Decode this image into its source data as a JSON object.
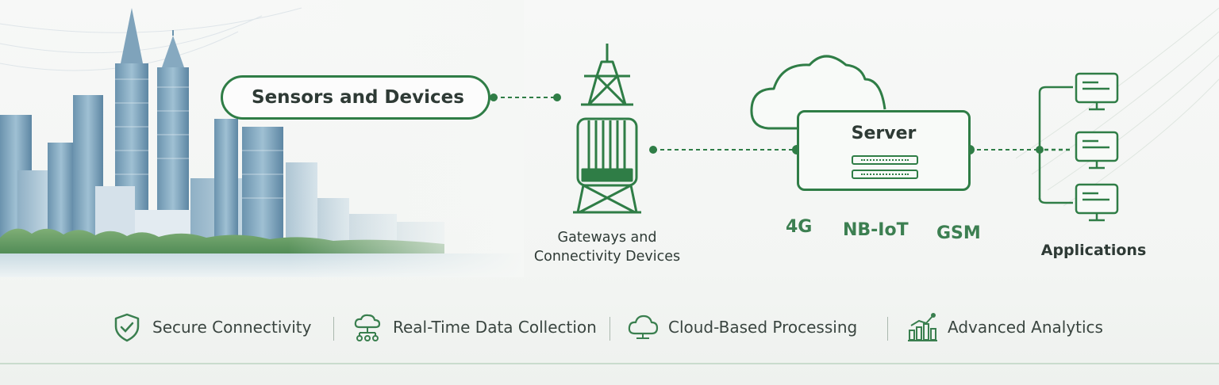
{
  "diagram": {
    "sensors_label": "Sensors and Devices",
    "gateway_label_line1": "Gateways and",
    "gateway_label_line2": "Connectivity Devices",
    "server_label": "Server",
    "networks": [
      "4G",
      "NB-IoT",
      "GSM"
    ],
    "applications_label": "Applications"
  },
  "features": [
    {
      "label": "Secure Connectivity",
      "icon": "shield-check-icon"
    },
    {
      "label": "Real-Time Data Collection",
      "icon": "cloud-network-icon"
    },
    {
      "label": "Cloud-Based Processing",
      "icon": "cloud-icon"
    },
    {
      "label": "Advanced Analytics",
      "icon": "analytics-chart-icon"
    }
  ],
  "colors": {
    "accent": "#2f7d46",
    "text": "#2e3a35",
    "network_text": "#3c7f51",
    "background": "#f5f7f5"
  }
}
